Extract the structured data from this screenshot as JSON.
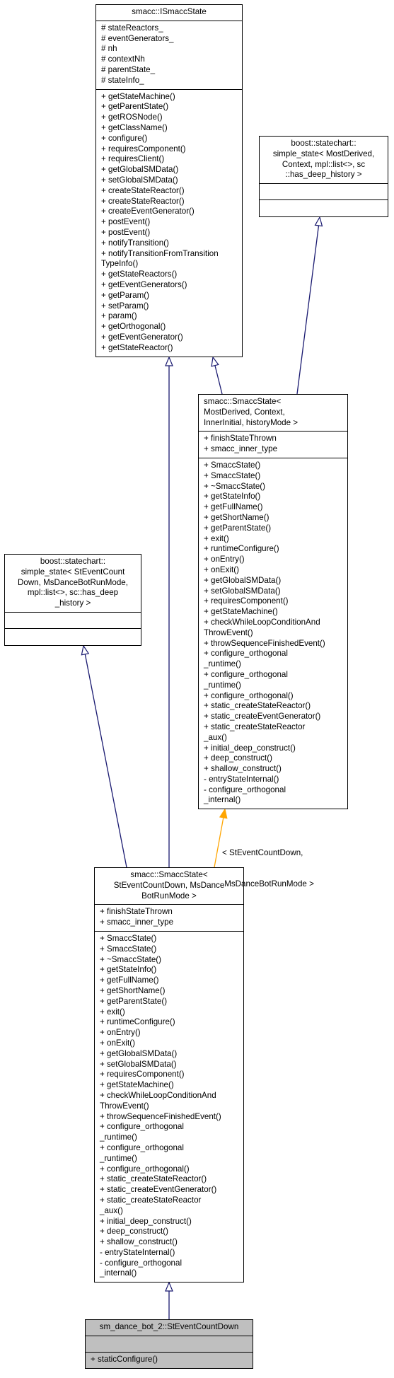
{
  "classes": {
    "ismacc": {
      "title": [
        "smacc::ISmaccState"
      ],
      "attributes": [
        "# stateReactors_",
        "# eventGenerators_",
        "# nh",
        "# contextNh",
        "# parentState_",
        "# stateInfo_"
      ],
      "methods": [
        "+ getStateMachine()",
        "+ getParentState()",
        "+ getROSNode()",
        "+ getClassName()",
        "+ configure()",
        "+ requiresComponent()",
        "+ requiresClient()",
        "+ getGlobalSMData()",
        "+ setGlobalSMData()",
        "+ createStateReactor()",
        "+ createStateReactor()",
        "+ createEventGenerator()",
        "+ postEvent()",
        "+ postEvent()",
        "+ notifyTransition()",
        "+ notifyTransitionFromTransition",
        "TypeInfo()",
        "+ getStateReactors()",
        "+ getEventGenerators()",
        "+ getParam()",
        "+ setParam()",
        "+ param()",
        "+ getOrthogonal()",
        "+ getEventGenerator()",
        "+ getStateReactor()"
      ]
    },
    "boost_generic": {
      "title": [
        "boost::statechart::",
        "simple_state< MostDerived,",
        " Context, mpl::list<>, sc",
        "::has_deep_history >"
      ],
      "attributes": [
        ""
      ],
      "methods": [
        ""
      ]
    },
    "smacc_template": {
      "title": [
        "smacc::SmaccState<",
        " MostDerived, Context,",
        " InnerInitial, historyMode >"
      ],
      "attributes": [
        "+ finishStateThrown",
        "+ smacc_inner_type"
      ],
      "methods": [
        "+ SmaccState()",
        "+ SmaccState()",
        "+ ~SmaccState()",
        "+ getStateInfo()",
        "+ getFullName()",
        "+ getShortName()",
        "+ getParentState()",
        "+ exit()",
        "+ runtimeConfigure()",
        "+ onEntry()",
        "+ onExit()",
        "+ getGlobalSMData()",
        "+ setGlobalSMData()",
        "+ requiresComponent()",
        "+ getStateMachine()",
        "+ checkWhileLoopConditionAnd",
        "ThrowEvent()",
        "+ throwSequenceFinishedEvent()",
        "+ configure_orthogonal",
        "_runtime()",
        "+ configure_orthogonal",
        "_runtime()",
        "+ configure_orthogonal()",
        "+ static_createStateReactor()",
        "+ static_createEventGenerator()",
        "+ static_createStateReactor",
        "_aux()",
        "+ initial_deep_construct()",
        "+ deep_construct()",
        "+ shallow_construct()",
        "- entryStateInternal()",
        "- configure_orthogonal",
        "_internal()"
      ]
    },
    "boost_specific": {
      "title": [
        "boost::statechart::",
        "simple_state< StEventCount",
        "Down, MsDanceBotRunMode,",
        " mpl::list<>, sc::has_deep",
        "_history >"
      ],
      "attributes": [
        ""
      ],
      "methods": [
        ""
      ]
    },
    "smacc_specific": {
      "title": [
        "smacc::SmaccState<",
        " StEventCountDown, MsDance",
        "BotRunMode >"
      ],
      "attributes": [
        "+ finishStateThrown",
        "+ smacc_inner_type"
      ],
      "methods": [
        "+ SmaccState()",
        "+ SmaccState()",
        "+ ~SmaccState()",
        "+ getStateInfo()",
        "+ getFullName()",
        "+ getShortName()",
        "+ getParentState()",
        "+ exit()",
        "+ runtimeConfigure()",
        "+ onEntry()",
        "+ onExit()",
        "+ getGlobalSMData()",
        "+ setGlobalSMData()",
        "+ requiresComponent()",
        "+ getStateMachine()",
        "+ checkWhileLoopConditionAnd",
        "ThrowEvent()",
        "+ throwSequenceFinishedEvent()",
        "+ configure_orthogonal",
        "_runtime()",
        "+ configure_orthogonal",
        "_runtime()",
        "+ configure_orthogonal()",
        "+ static_createStateReactor()",
        "+ static_createEventGenerator()",
        "+ static_createStateReactor",
        "_aux()",
        "+ initial_deep_construct()",
        "+ deep_construct()",
        "+ shallow_construct()",
        "- entryStateInternal()",
        "- configure_orthogonal",
        "_internal()"
      ]
    },
    "focus": {
      "title": [
        "sm_dance_bot_2::StEventCountDown"
      ],
      "attributes": [
        ""
      ],
      "methods": [
        "+ staticConfigure()"
      ]
    }
  },
  "template_binding_label": [
    "< StEventCountDown,",
    " MsDanceBotRunMode >"
  ],
  "colors": {
    "inheritance_edge": "#191970",
    "template_edge": "#ffa500",
    "focus_header": "#bfbfbf"
  }
}
